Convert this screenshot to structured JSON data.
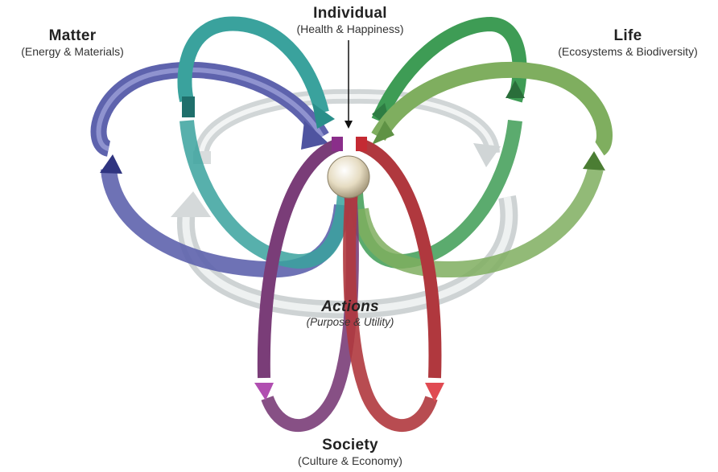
{
  "nodes": {
    "individual": {
      "title": "Individual",
      "subtitle": "(Health & Happiness)"
    },
    "matter": {
      "title": "Matter",
      "subtitle": "(Energy & Materials)"
    },
    "life": {
      "title": "Life",
      "subtitle": "(Ecosystems & Biodiversity)"
    },
    "actions": {
      "title": "Actions",
      "subtitle": "(Purpose & Utility)"
    },
    "society": {
      "title": "Society",
      "subtitle": "(Culture & Economy)"
    }
  },
  "colors": {
    "matter_loop": "#5e63ad",
    "matter_inner_loop": "#3aa29d",
    "life_loop": "#3e9c55",
    "life_inner_loop": "#7fae5f",
    "society_left_loop": "#7a3d78",
    "society_right_loop": "#b0383e",
    "actions_loop": "#cfd3d4",
    "center_sphere": "#e6dcc2"
  }
}
